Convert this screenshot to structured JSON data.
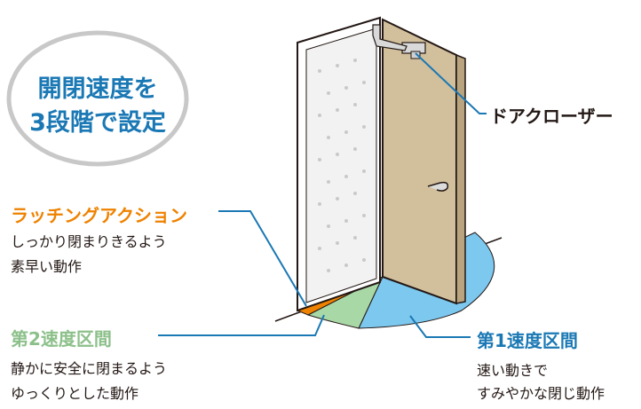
{
  "badge": {
    "line1": "開閉速度を",
    "line2": "3段階で設定"
  },
  "closer": {
    "label": "ドアクローザー"
  },
  "latching": {
    "title": "ラッチングアクション",
    "desc_line1": "しっかり閉まりきるよう",
    "desc_line2": "素早い動作"
  },
  "speed2": {
    "title": "第2速度区間",
    "desc_line1": "静かに安全に閉まるよう",
    "desc_line2": "ゆっくりとした動作"
  },
  "speed1": {
    "title": "第1速度区間",
    "desc_line1": "速い動きで",
    "desc_line2": "すみやかな閉じ動作"
  },
  "colors": {
    "latching": "#ef8200",
    "speed2": "#8cc08a",
    "speed1": "#1a78b4",
    "zone1_fill": "#7cc8ef",
    "zone2_fill": "#a9d8a7",
    "door": "#d2bf9c",
    "badge_ring": "#c8c8c8"
  }
}
